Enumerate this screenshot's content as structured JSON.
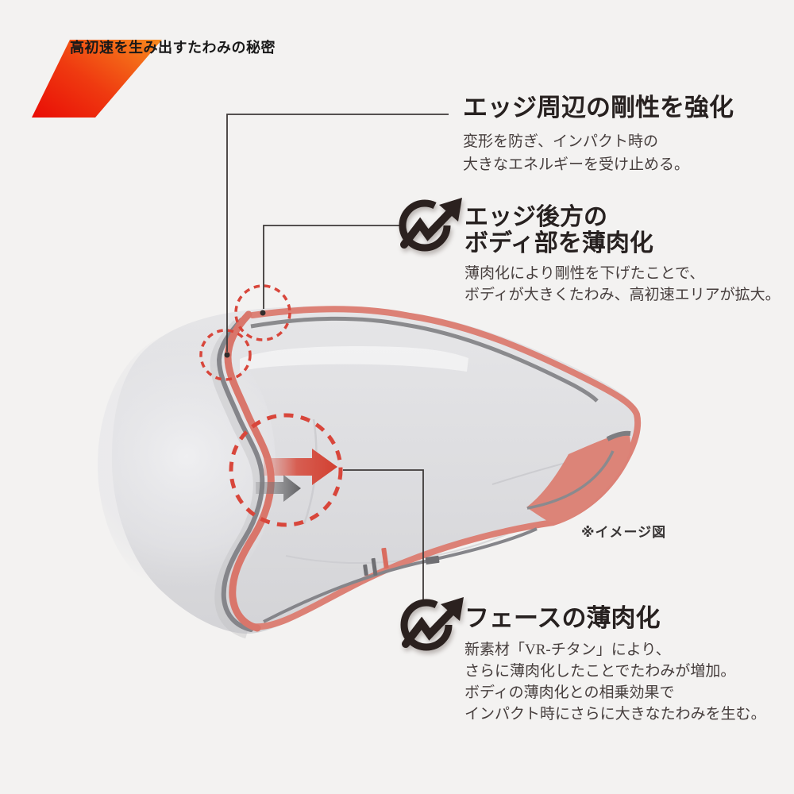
{
  "header": {
    "title": "高初速を生み出すたわみの秘密"
  },
  "diagram": {
    "note": "※イメージ図",
    "icon": "trend-up-arrow-circle"
  },
  "sections": {
    "edge_rigidity": {
      "heading": "エッジ周辺の剛性を強化",
      "body": [
        "変形を防ぎ、インパクト時の",
        "大きなエネルギーを受け止める。"
      ]
    },
    "body_thinning": {
      "heading_line1": "エッジ後方の",
      "heading_line2": "ボディ部を薄肉化",
      "body": [
        "薄肉化により剛性を下げたことで、",
        "ボディが大きくたわみ、高初速エリアが拡大。"
      ]
    },
    "face_thinning": {
      "heading": "フェースの薄肉化",
      "body": [
        "新素材「VR-チタン」により、",
        "さらに薄肉化したことでたわみが増加。",
        "ボディの薄肉化との相乗効果で",
        "インパクト時にさらに大きなたわみを生む。"
      ]
    }
  },
  "colors": {
    "accent_red": "#d8463b",
    "salmon": "#dc8176",
    "banner_orange": "#f78b1e",
    "banner_red": "#e90c06",
    "icon_dark": "#2b211f"
  }
}
